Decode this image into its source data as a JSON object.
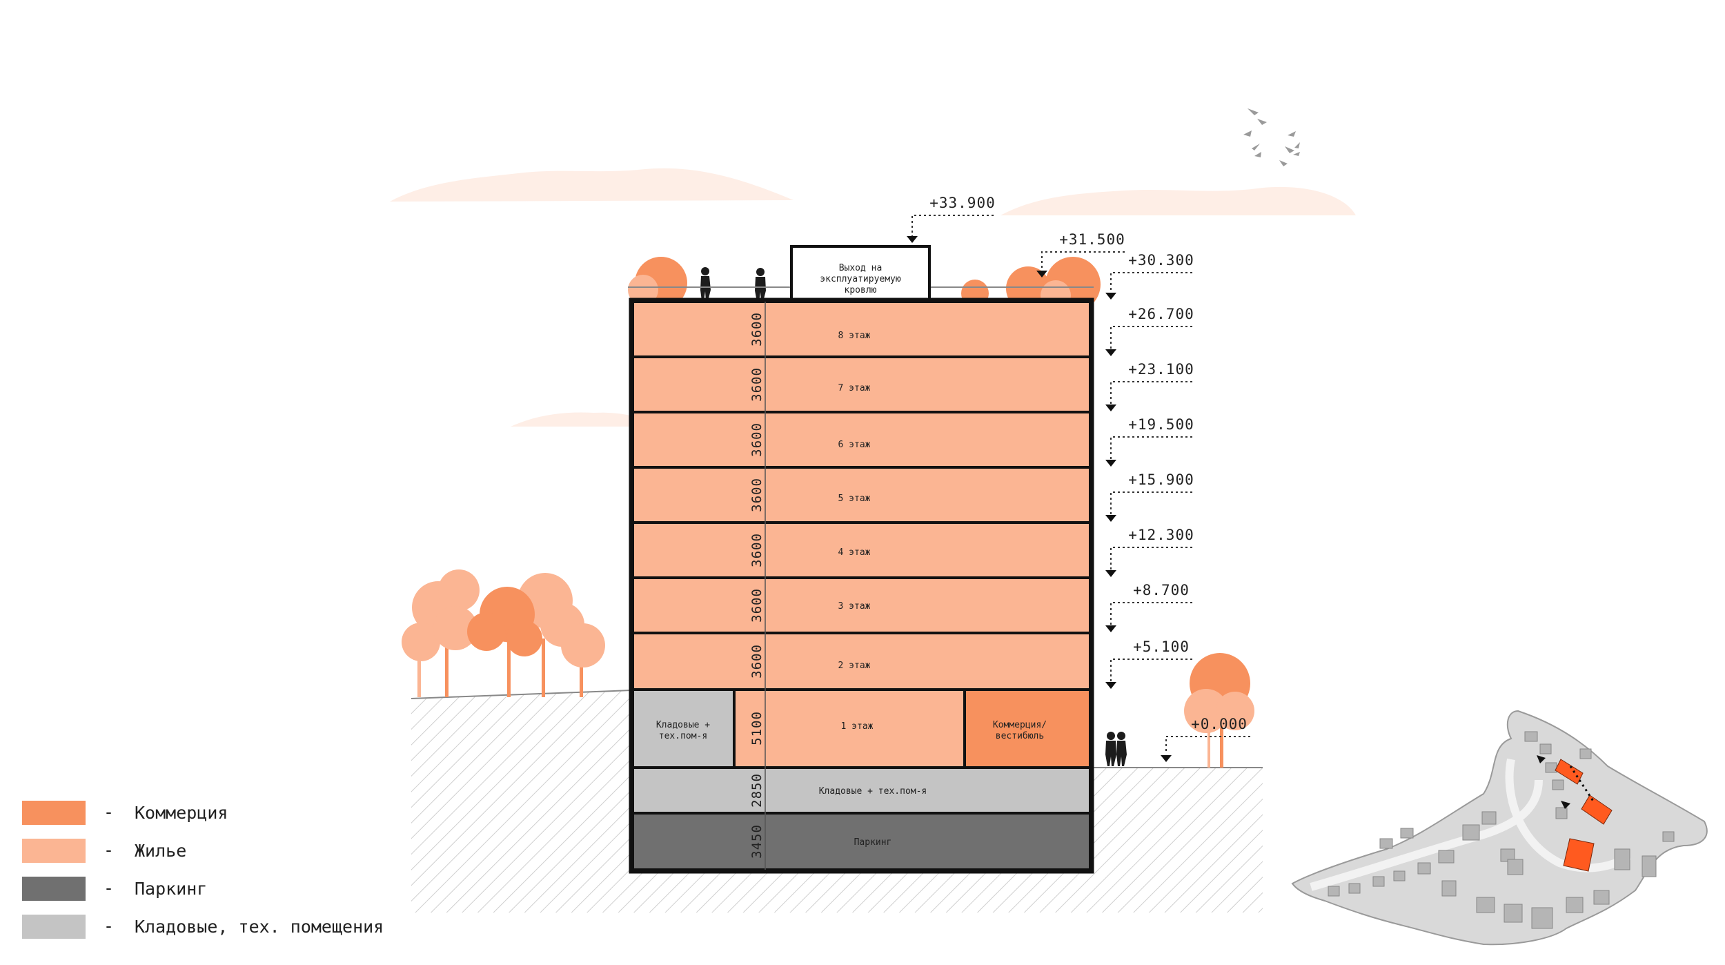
{
  "colors": {
    "commerce": "#f7915e",
    "housing": "#fbb593",
    "parking": "#707070",
    "storage": "#c4c4c4",
    "outline": "#111111",
    "tree_light": "#fbb593",
    "tree_dark": "#f7915e",
    "site": "#d9d9d9",
    "site_highlight": "#ff5a1f"
  },
  "section": {
    "roof_exit": [
      "Выход на",
      "эксплуатируемую",
      "кровлю"
    ],
    "floors": [
      {
        "label": "8 этаж",
        "height": "3600",
        "use": "housing"
      },
      {
        "label": "7 этаж",
        "height": "3600",
        "use": "housing"
      },
      {
        "label": "6 этаж",
        "height": "3600",
        "use": "housing"
      },
      {
        "label": "5 этаж",
        "height": "3600",
        "use": "housing"
      },
      {
        "label": "4 этаж",
        "height": "3600",
        "use": "housing"
      },
      {
        "label": "3 этаж",
        "height": "3600",
        "use": "housing"
      },
      {
        "label": "2 этаж",
        "height": "3600",
        "use": "housing"
      }
    ],
    "ground_floor": {
      "label": "1 этаж",
      "height": "5100",
      "left_room": [
        "Кладовые +",
        "тех.пом-я"
      ],
      "right_room": [
        "Коммерция/",
        "вестибюль"
      ]
    },
    "basement1": {
      "label": "Кладовые + тех.пом-я",
      "height": "2850"
    },
    "basement2": {
      "label": "Паркинг",
      "height": "3450"
    },
    "elevations": {
      "top": "+33.900",
      "parapet": "+31.500",
      "roof": "+30.300",
      "levels": [
        "+26.700",
        "+23.100",
        "+19.500",
        "+15.900",
        "+12.300",
        "+8.700",
        "+5.100"
      ],
      "ground": "+0.000"
    }
  },
  "legend": [
    {
      "label": "Коммерция",
      "use": "commerce"
    },
    {
      "label": "Жилье",
      "use": "housing"
    },
    {
      "label": "Паркинг",
      "use": "parking"
    },
    {
      "label": "Кладовые, тех. помещения",
      "use": "storage"
    }
  ],
  "legend_dash": "-"
}
